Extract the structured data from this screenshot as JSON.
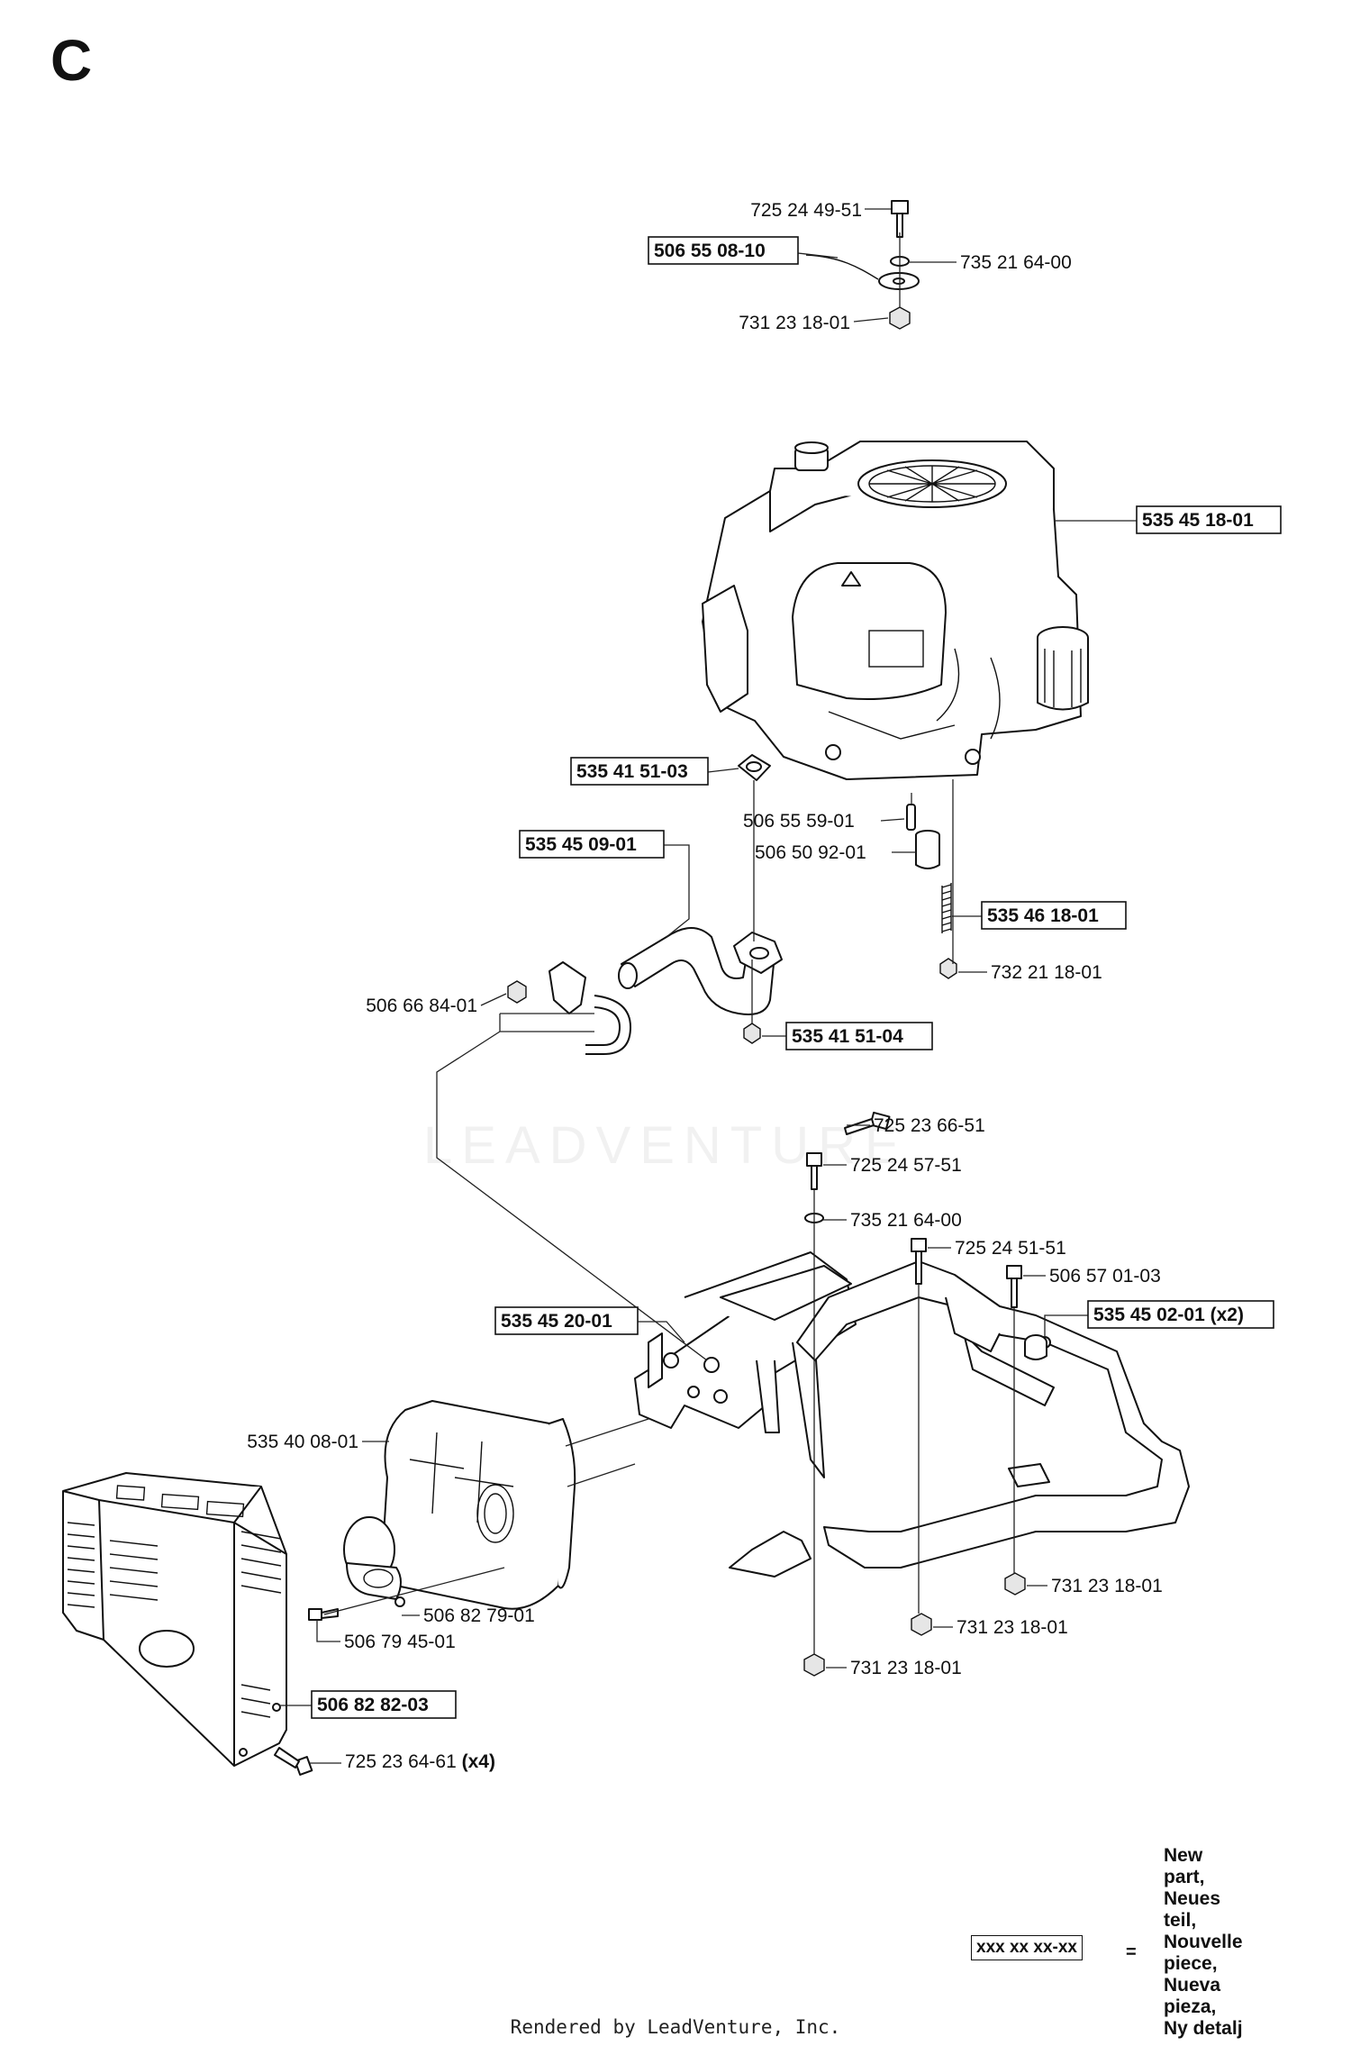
{
  "section_letter": "C",
  "watermark": "LEADVENTURE",
  "footer": "Rendered by LeadVenture, Inc.",
  "legend": {
    "box_label": "xxx xx xx-xx",
    "equals": "=",
    "lines": [
      "New part,",
      "Neues teil,",
      "Nouvelle piece,",
      "Nueva pieza,",
      "Ny detalj"
    ]
  },
  "parts": [
    {
      "number": "725 24 49-51",
      "new": false
    },
    {
      "number": "506 55 08-10",
      "new": true
    },
    {
      "number": "735 21 64-00",
      "new": false
    },
    {
      "number": "731 23 18-01",
      "new": false
    },
    {
      "number": "535 45 18-01",
      "new": true
    },
    {
      "number": "535 41 51-03",
      "new": true
    },
    {
      "number": "506 55 59-01",
      "new": false
    },
    {
      "number": "535 45 09-01",
      "new": true
    },
    {
      "number": "506 50 92-01",
      "new": false
    },
    {
      "number": "535 46 18-01",
      "new": true
    },
    {
      "number": "732 21 18-01",
      "new": false
    },
    {
      "number": "506 66 84-01",
      "new": false
    },
    {
      "number": "535 41 51-04",
      "new": true
    },
    {
      "number": "725 23 66-51",
      "new": false
    },
    {
      "number": "725 24 57-51",
      "new": false
    },
    {
      "number": "735 21 64-00",
      "new": false
    },
    {
      "number": "725 24 51-51",
      "new": false
    },
    {
      "number": "506 57 01-03",
      "new": false
    },
    {
      "number": "535 45 20-01",
      "new": true
    },
    {
      "number": "535 45 02-01 (x2)",
      "new": true
    },
    {
      "number": "535 40 08-01",
      "new": false
    },
    {
      "number": "506 82 79-01",
      "new": false
    },
    {
      "number": "506 79 45-01",
      "new": false
    },
    {
      "number": "731 23 18-01",
      "new": false
    },
    {
      "number": "731 23 18-01",
      "new": false
    },
    {
      "number": "731 23 18-01",
      "new": false
    },
    {
      "number": "506 82 82-03",
      "new": true
    },
    {
      "number": "725 23 64-61",
      "qty": "(x4)",
      "new": false
    }
  ]
}
